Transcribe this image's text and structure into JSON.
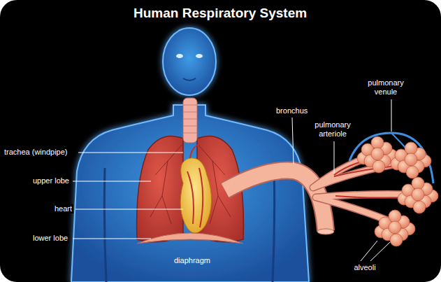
{
  "diagram": {
    "title": "Human Respiratory System",
    "labels": [
      "trachea (windpipe)",
      "upper lobe",
      "heart",
      "lower lobe",
      "diaphragm",
      "bronchus",
      "pulmonary venule",
      "pulmonary arteriole",
      "alveoli"
    ]
  }
}
